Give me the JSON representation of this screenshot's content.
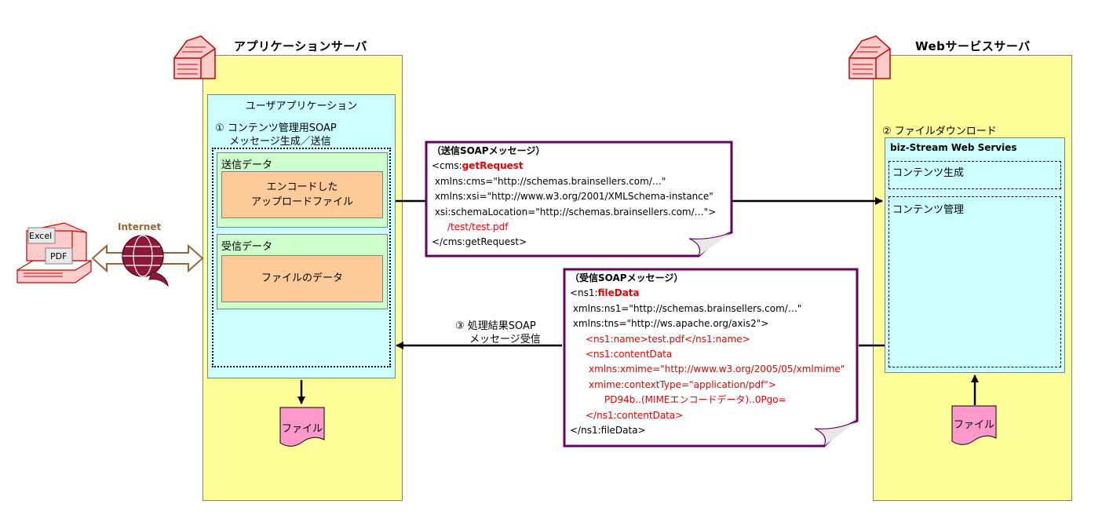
{
  "app_server": {
    "title": "アプリケーションサーバ",
    "user_app_title": "ユーザアプリケーション",
    "step1_line1": "① コンテンツ管理用SOAP",
    "step1_line2": "メッセージ生成／送信",
    "send_data_label": "送信データ",
    "encoded_file_line1": "エンコードした",
    "encoded_file_line2": "アップロードファイル",
    "recv_data_label": "受信データ",
    "file_data_label": "ファイルのデータ",
    "output_file_label": "ファイル"
  },
  "ws_server": {
    "title": "Webサービスサーバ",
    "step2_label": "② ファイルダウンロード",
    "service_title": "biz-Stream Web Servies",
    "content_gen_label": "コンテンツ生成",
    "content_mgmt_label": "コンテンツ管理",
    "stored_file_label": "ファイル"
  },
  "client": {
    "excel_label": "Excel",
    "pdf_label": "PDF",
    "internet_label": "Internet"
  },
  "step3": {
    "line1": "③ 処理結果SOAP",
    "line2": "メッセージ受信"
  },
  "send_message": {
    "heading": "（送信SOAPメッセージ）",
    "l1_prefix": "<cms:",
    "l1_op": "getRequest",
    "l2": " xmlns:cms=\"http://schemas.brainsellers.com/…\"",
    "l3": " xmlns:xsi=\"http://www.w3.org/2001/XMLSchema-instance\"",
    "l4": " xsi:schemaLocation=\"http://schemas.brainsellers.com/…\">",
    "l5": "/test/test.pdf",
    "l6": "</cms:getRequest>"
  },
  "recv_message": {
    "heading": "（受信SOAPメッセージ）",
    "l1_prefix": "<ns1:",
    "l1_op": "fileData",
    "l2": " xmlns:ns1=\"http://schemas.brainsellers.com/…\"",
    "l3": " xmlns:tns=\"http://ws.apache.org/axis2\">",
    "l4": "<ns1:name>test.pdf</ns1:name>",
    "l5": "<ns1:contentData",
    "l6": "xmlns:xmime=\"http://www.w3.org/2005/05/xmlmime\"",
    "l7": "xmime:contextType=\"application/pdf\">",
    "l8": "PD94b..(MIMEエンコードデータ)..0Pgo=",
    "l9": "</ns1:contentData>",
    "l10": "</ns1:fileData>"
  },
  "colors": {
    "server_bg": "#ffff99",
    "app_bg": "#ccffff",
    "data_bg": "#ccffcc",
    "content_bg": "#ffcc99",
    "file_bg": "#ff99cc",
    "message_border": "#660066",
    "accent_red": "#e60000"
  }
}
